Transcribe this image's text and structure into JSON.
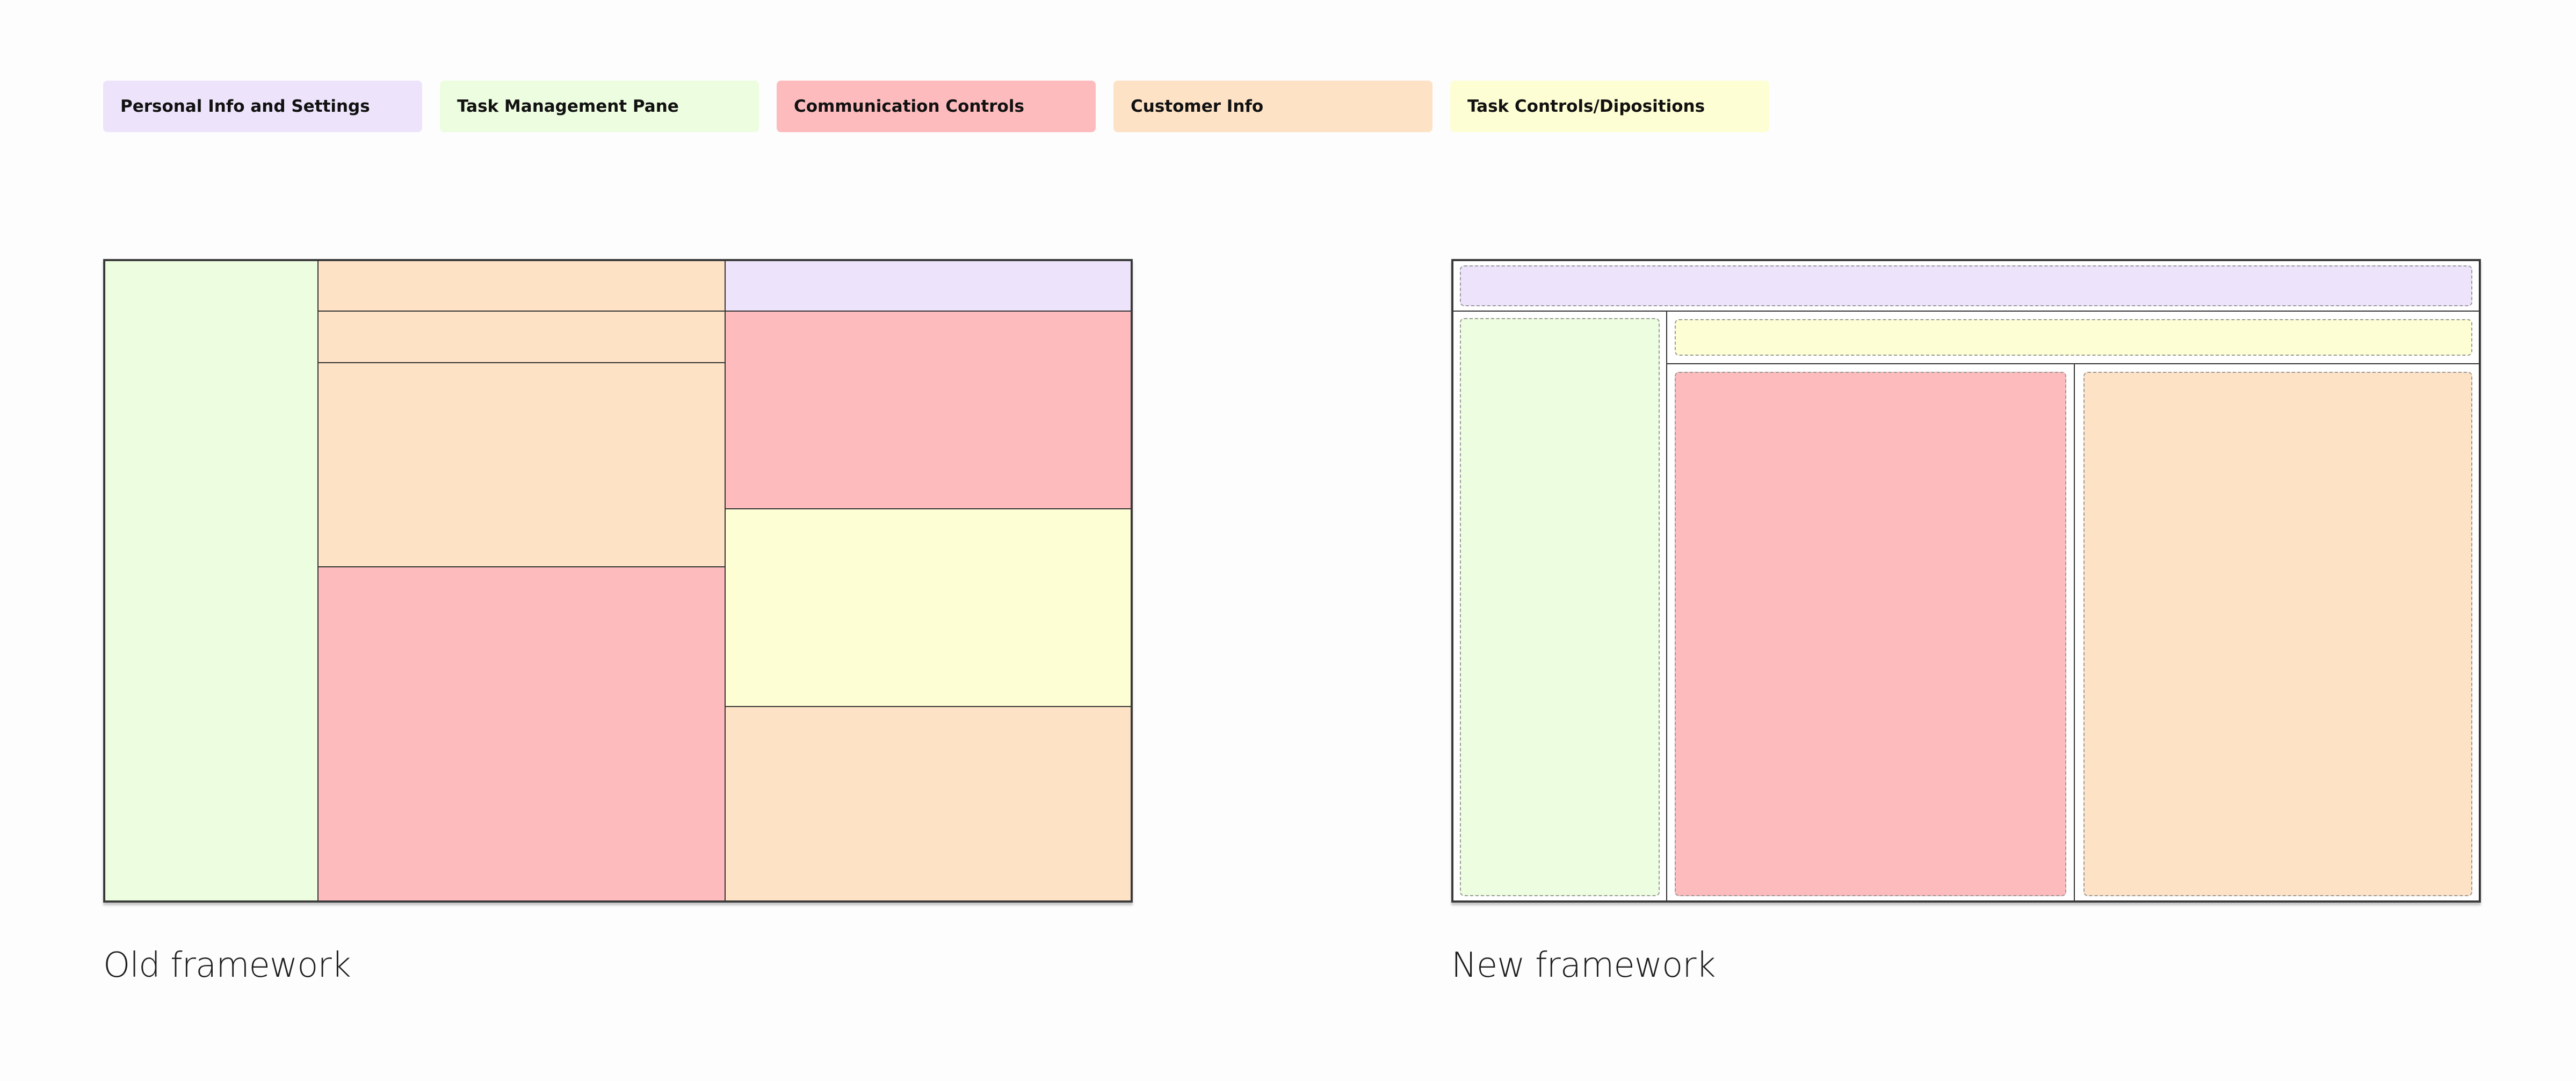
{
  "legend": [
    {
      "label": "Personal Info and Settings",
      "color": "#ede4fc"
    },
    {
      "label": "Task Management Pane",
      "color": "#edfde0"
    },
    {
      "label": "Communication Controls",
      "color": "#fdbbbd"
    },
    {
      "label": "Customer Info",
      "color": "#fde2c6"
    },
    {
      "label": "Task Controls/Dipositions",
      "color": "#fefed4"
    }
  ],
  "frameworks": {
    "old": {
      "caption": "Old framework"
    },
    "new": {
      "caption": "New framework"
    }
  },
  "colors": {
    "personal_info": "#ede4fc",
    "task_management": "#edfde0",
    "communication": "#fdbbbd",
    "customer_info": "#fde2c6",
    "task_controls": "#fefed4"
  }
}
